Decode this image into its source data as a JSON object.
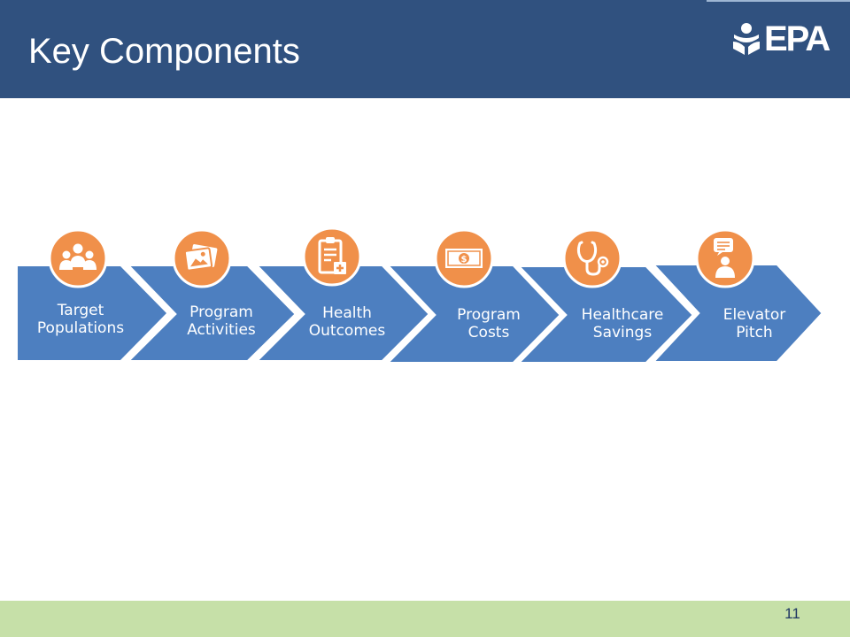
{
  "slide": {
    "title": "Key Components",
    "page_number": "11"
  },
  "logo": {
    "text": "EPA",
    "icon": "epa-flower-icon"
  },
  "colors": {
    "header": "#30517f",
    "chevron": "#4d7fc0",
    "circle": "#f0904a",
    "footer": "#c6e0a8"
  },
  "steps": [
    {
      "line1": "Target",
      "line2": "Populations",
      "icon": "people-group-icon"
    },
    {
      "line1": "Program",
      "line2": "Activities",
      "icon": "photos-icon"
    },
    {
      "line1": "Health",
      "line2": "Outcomes",
      "icon": "clipboard-medical-icon"
    },
    {
      "line1": "Program",
      "line2": "Costs",
      "icon": "dollar-bill-icon"
    },
    {
      "line1": "Healthcare",
      "line2": "Savings",
      "icon": "stethoscope-icon"
    },
    {
      "line1": "Elevator",
      "line2": "Pitch",
      "icon": "speaker-speech-bubble-icon"
    }
  ]
}
